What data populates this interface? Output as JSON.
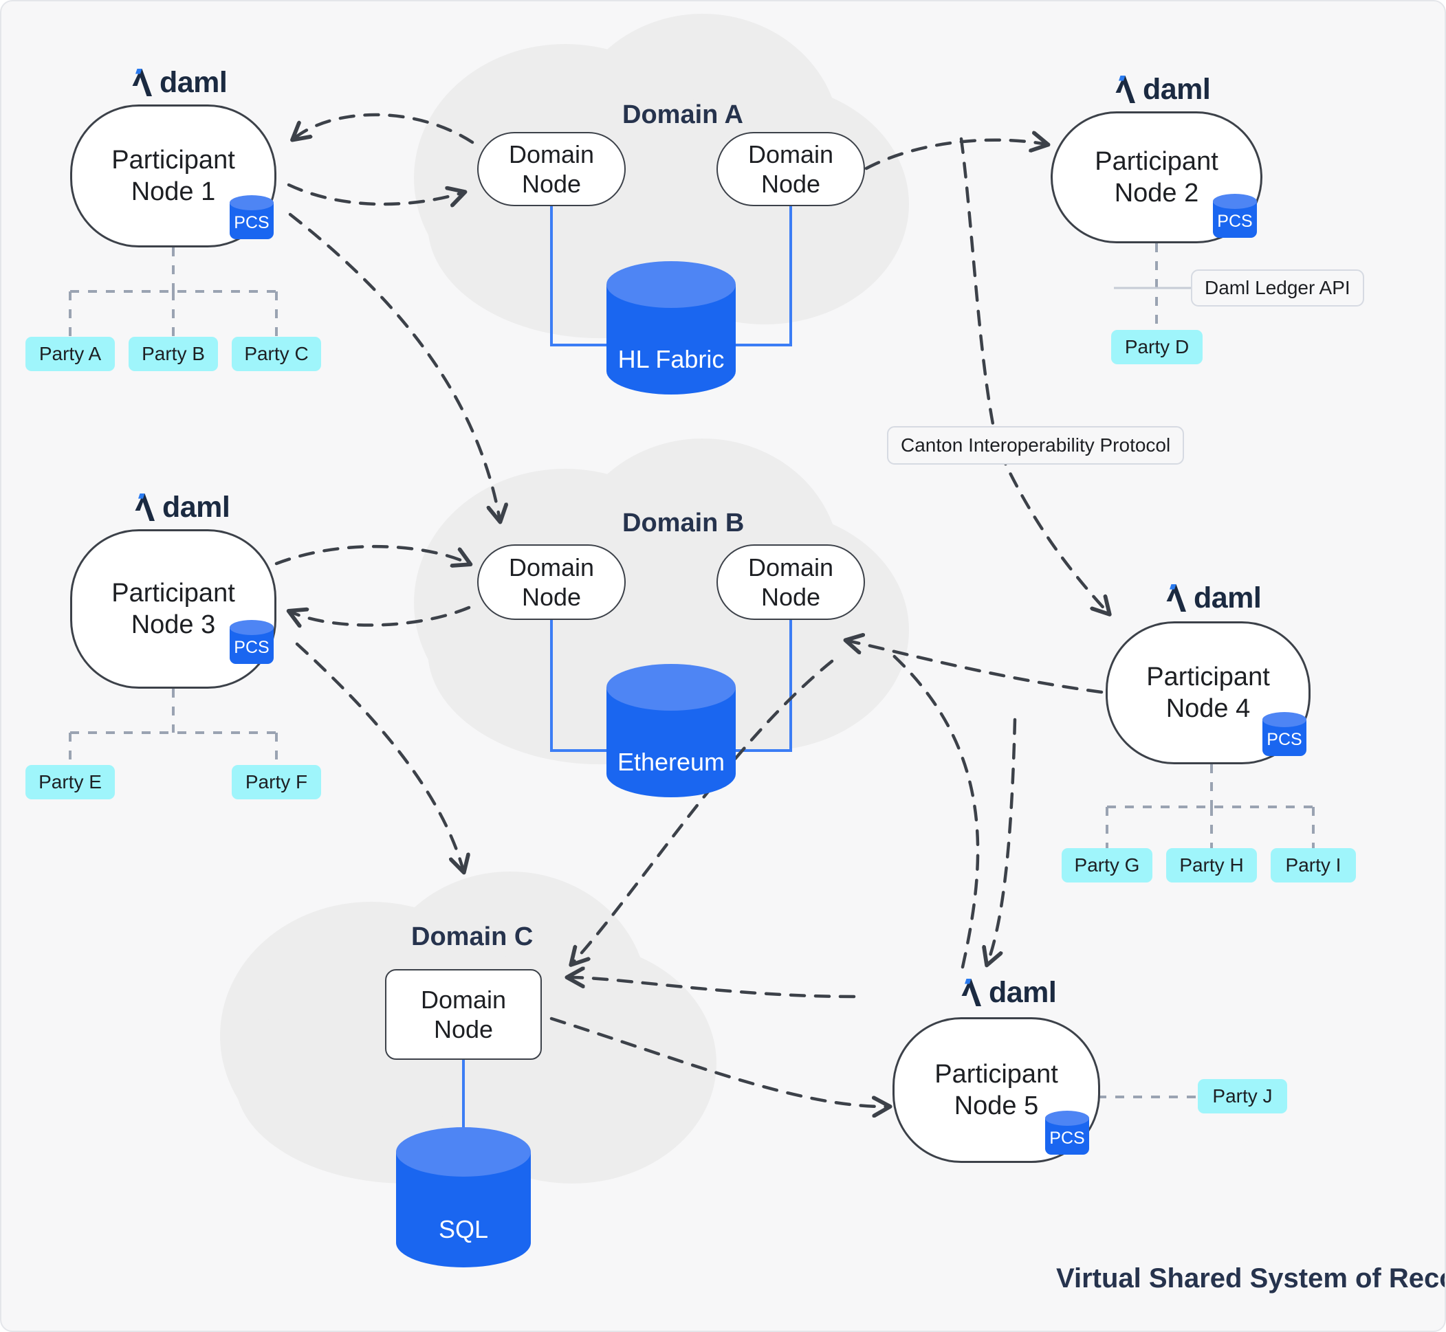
{
  "diagram": {
    "footer_title": "Virtual Shared System of Record",
    "brand_wordmark": "daml",
    "brand_icon": "daml-lambda-logo",
    "colors": {
      "canvas": "#f7f7f8",
      "cloud": "#ededed",
      "node_stroke": "#3c4149",
      "db_body": "#1a66f0",
      "db_top": "#4e85f4",
      "party_chip": "#9ff5fb",
      "title_text": "#26334d",
      "link_blue": "#3b7df5",
      "dashed_dark": "#3c4149",
      "dashed_gray": "#9aa3b2"
    }
  },
  "participants": [
    {
      "id": "pn1",
      "label": "Participant\nNode 1",
      "line1": "Participant",
      "line2": "Node 1",
      "store_label": "PCS",
      "parties": [
        "Party A",
        "Party B",
        "Party C"
      ]
    },
    {
      "id": "pn2",
      "label": "Participant\nNode 2",
      "line1": "Participant",
      "line2": "Node 2",
      "store_label": "PCS",
      "parties": [
        "Party D"
      ],
      "api_label": "Daml Ledger API"
    },
    {
      "id": "pn3",
      "label": "Participant\nNode 3",
      "line1": "Participant",
      "line2": "Node 3",
      "store_label": "PCS",
      "parties": [
        "Party E",
        "Party F"
      ]
    },
    {
      "id": "pn4",
      "label": "Participant\nNode 4",
      "line1": "Participant",
      "line2": "Node 4",
      "store_label": "PCS",
      "parties": [
        "Party G",
        "Party H",
        "Party I"
      ]
    },
    {
      "id": "pn5",
      "label": "Participant\nNode 5",
      "line1": "Participant",
      "line2": "Node 5",
      "store_label": "PCS",
      "parties": [
        "Party J"
      ]
    }
  ],
  "domains": [
    {
      "id": "domA",
      "title": "Domain A",
      "ledger": "HL Fabric",
      "nodes": [
        {
          "line1": "Domain",
          "line2": "Node"
        },
        {
          "line1": "Domain",
          "line2": "Node"
        }
      ]
    },
    {
      "id": "domB",
      "title": "Domain B",
      "ledger": "Ethereum",
      "nodes": [
        {
          "line1": "Domain",
          "line2": "Node"
        },
        {
          "line1": "Domain",
          "line2": "Node"
        }
      ]
    },
    {
      "id": "domC",
      "title": "Domain C",
      "ledger": "SQL",
      "nodes": [
        {
          "line1": "Domain",
          "line2": "Node"
        }
      ]
    }
  ],
  "annotations": {
    "interop": "Canton Interoperability Protocol",
    "ledger_api": "Daml Ledger API"
  }
}
